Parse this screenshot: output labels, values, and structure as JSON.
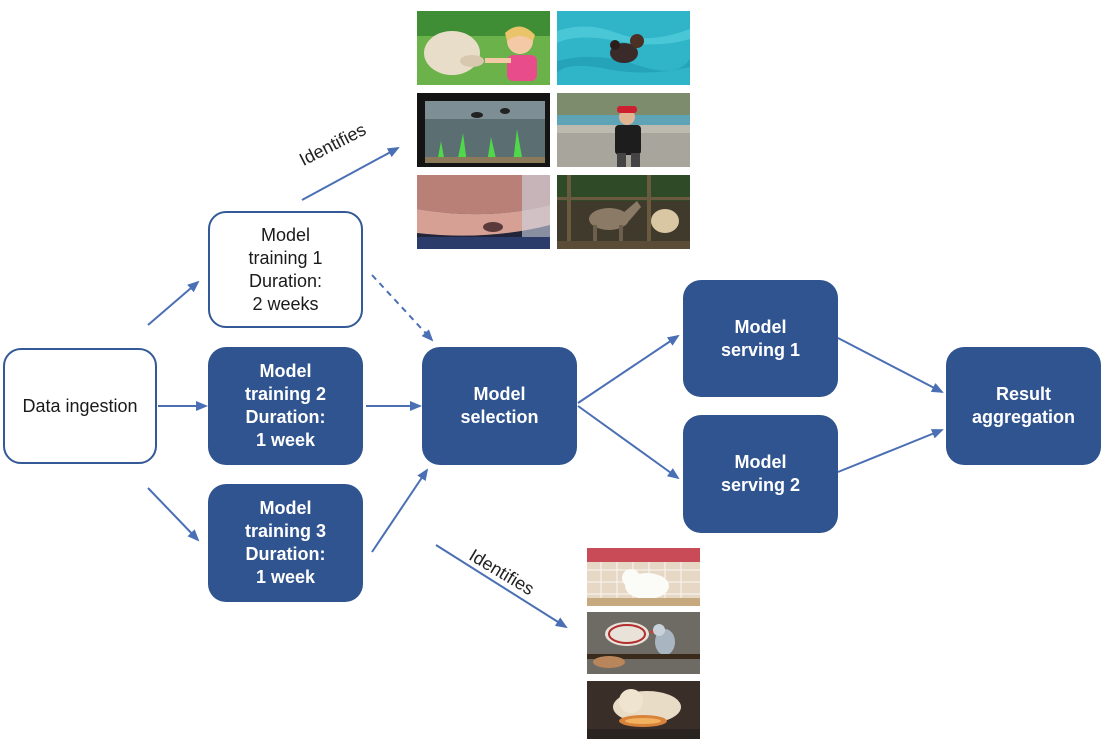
{
  "nodes": {
    "data_ingestion": "Data ingestion",
    "training_1": "Model\ntraining 1\nDuration:\n2 weeks",
    "training_2": "Model\ntraining 2\nDuration:\n1 week",
    "training_3": "Model\ntraining 3\nDuration:\n1 week",
    "selection": "Model\nselection",
    "serving_1": "Model\nserving 1",
    "serving_2": "Model\nserving 2",
    "aggregation": "Result\naggregation"
  },
  "edge_labels": {
    "identifies_top": "Identifies",
    "identifies_bottom": "Identifies"
  },
  "colors": {
    "node_fill": "#30548f",
    "node_border": "#335a96",
    "arrow": "#4a6fb5"
  }
}
